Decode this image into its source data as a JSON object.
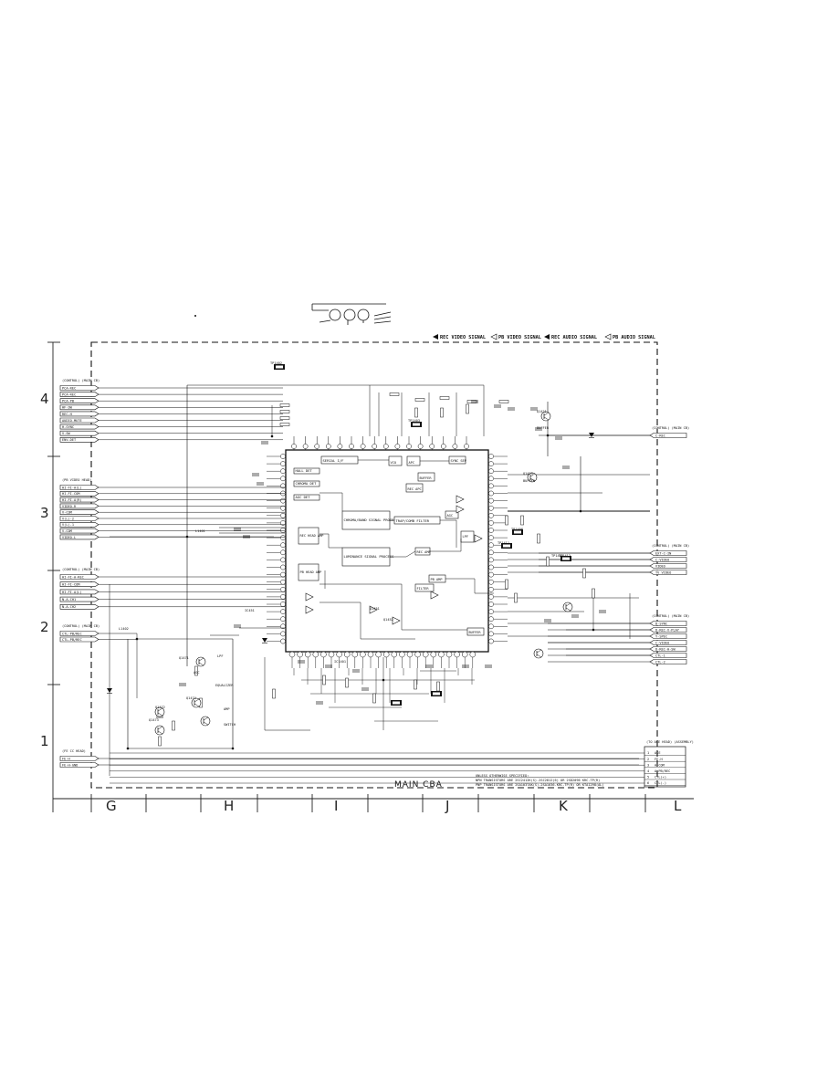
{
  "legend": {
    "rec_video": "REC VIDEO SIGNAL",
    "pb_video": "PB VIDEO SIGNAL",
    "rec_audio": "REC AUDIO SIGNAL",
    "pb_audio": "PB AUDIO SIGNAL"
  },
  "board_title": "MAIN CBA",
  "columns": [
    "G",
    "H",
    "I",
    "J",
    "K",
    "L"
  ],
  "rows": [
    "4",
    "3",
    "2",
    "1"
  ],
  "connectors": {
    "top_left": {
      "header": "(CONTROL) (MAIN CB)",
      "pins": [
        "PCA-REC",
        "PCA-REC",
        "PCA-PB",
        "HF-SW",
        "REC-H",
        "AUDIO-MUTE",
        "H-SYNC",
        "V-SW",
        "ENV-DET"
      ]
    },
    "mid_left": {
      "header": "(PB VIDEO HEAD)",
      "pins": [
        "HI-FI-A(L)",
        "HI-FI-COM",
        "HI-FI-A(R)",
        "VIDEO-R",
        "V-COM",
        "V(L)-2",
        "V(L)-1",
        "V-COM",
        "VIDEO-L"
      ]
    },
    "low_left": {
      "header": "(CONTROL) (MAIN CB)",
      "pins": [
        "HI-FI-A-REC",
        "HI-FI-COM",
        "HI-FI-A(L)",
        "N-A-CH1",
        "N-A-CH2"
      ]
    },
    "bottom_left_small": {
      "header": "(CONTROL) (MAIN CB)",
      "pins": [
        "CTL-PB/REC",
        "CTL-PB/REC"
      ]
    },
    "bottom_left_fe": {
      "header": "(FE CC HEAD)",
      "pins": [
        "FE-H",
        "FE-H-GND"
      ]
    },
    "right_top": {
      "header": "(CONTROL) (MAIN CB)",
      "pins": [
        "C-REC"
      ]
    },
    "right_mid": {
      "header": "(CONTROL) (MAIN CB)",
      "pins": [
        "EXT-C-IN",
        "C-VIDEO",
        "VIDEO",
        "TV VIDEO"
      ]
    },
    "right_low": {
      "header": "(CONTROL) (MAIN CB)",
      "pins": [
        "D-SYNC",
        "D-REC-V-PLAY",
        "Y-SPEC",
        "C-VIDEO",
        "D-REC-H-SW",
        "CTL-1",
        "CTL-2"
      ]
    },
    "right_bottom": {
      "header": "(TO ACE HEAD) (ASSEMBLY)",
      "pins": [
        "ACE",
        "FE-H",
        "A-COM",
        "A-PB/REC",
        "CTL(+)",
        "CTL(-)"
      ]
    }
  },
  "ic_blocks": [
    "SERIAL I/F",
    "CHROMA DET",
    "AGC DET",
    "HALL DET",
    "VCO",
    "APC",
    "BUFFER",
    "REC APC",
    "CHROMA/BAND SIGNAL PROCESS",
    "TRAP/COMB FILTER",
    "LUMINANCE SIGNAL PROCESS",
    "PB HEAD AMP",
    "REC HEAD AMP",
    "REC AMP",
    "PB AMP",
    "BUFFER",
    "SYNC SEP",
    "LPF",
    "AGC",
    "FILTER"
  ],
  "notes": [
    "UNLESS OTHERWISE SPECIFIED:",
    "NPN TRANSISTORS ARE 2SC2412K(S)-2SC2812(6) OR 2SD2096 KRC-TP(R)",
    "PNP TRANSISTORS ARE 2SA1037AK(S)-2SA1036-KRC-TP(R) OR KTA1298(AL)"
  ],
  "component_refs": [
    "Q1421",
    "Q1423",
    "Q1451",
    "Q1452",
    "Q1471",
    "Q1472",
    "Q1473",
    "Q1474",
    "IC451",
    "IC1401",
    "TP1402",
    "TP1403",
    "TP1406",
    "TP1411",
    "TP1412",
    "TP1413",
    "L1401",
    "L1402"
  ],
  "component_notes": [
    "BUFFER",
    "BUFFER",
    "AGC",
    "LPF",
    "EQUALIZER",
    "AMP",
    "SWITCH"
  ],
  "colors": {
    "line": "#111111",
    "paper": "#ffffff",
    "frame": "#222222"
  }
}
